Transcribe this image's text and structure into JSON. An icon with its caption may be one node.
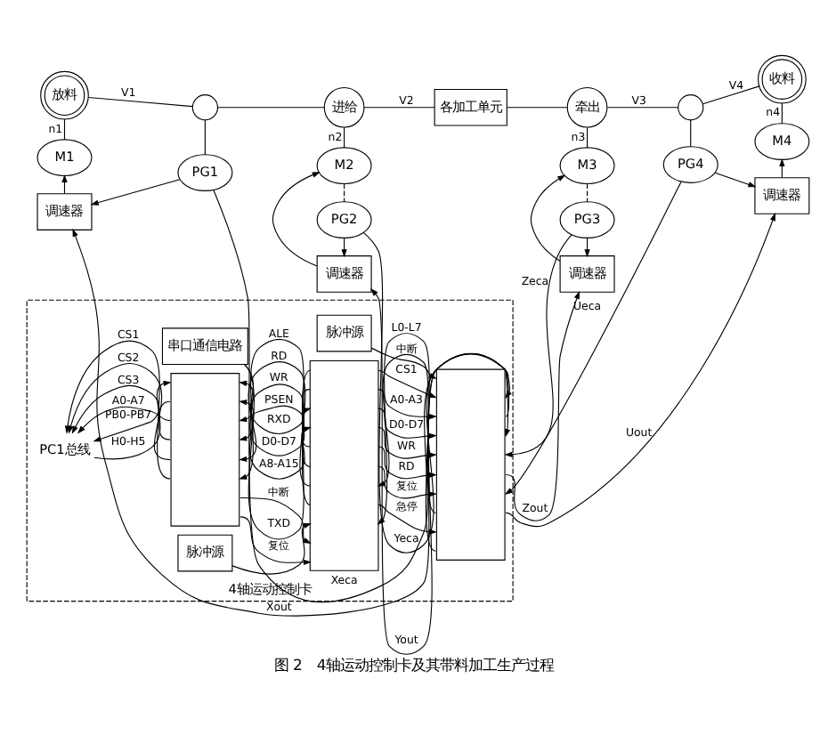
{
  "diagram": {
    "caption": "图 2　4轴运动控制卡及其带料加工生产过程",
    "nodes": [
      {
        "text": [
          "放料"
        ]
      },
      {
        "text": [],
        "shape": "circle"
      },
      {
        "text": [
          "PG1"
        ]
      },
      {
        "text": [
          "进给"
        ]
      },
      {
        "text": [
          "各加工单元"
        ]
      },
      {
        "text": [
          "牵出"
        ]
      },
      {
        "text": [],
        "shape": "circle"
      },
      {
        "text": [
          "PG4"
        ]
      },
      {
        "text": [
          "收料"
        ]
      },
      {
        "text": [
          "M1"
        ]
      },
      {
        "text": [
          "M2"
        ]
      },
      {
        "text": [
          "PG2"
        ]
      },
      {
        "text": [
          "PG3"
        ]
      },
      {
        "text": [
          "M3"
        ]
      },
      {
        "text": [
          "M4"
        ]
      },
      {
        "text": [
          "调速器"
        ]
      },
      {
        "text": [
          "调速器"
        ]
      },
      {
        "text": [
          "调速器"
        ]
      },
      {
        "text": [
          "调速器"
        ]
      },
      {
        "text": [
          "4轴运动控制卡"
        ]
      },
      {
        "text": [
          "PC1总线"
        ],
        "in": 19
      },
      {
        "text": [],
        "shape": "box",
        "in": 19
      },
      {
        "text": [
          "串口通信电路"
        ],
        "in": 19
      },
      {
        "text": [
          "脉冲源"
        ],
        "in": 19
      },
      {
        "text": [],
        "shape": "box",
        "in": 19
      },
      {
        "text": [
          "脉冲源"
        ],
        "in": 19
      },
      {
        "text": [],
        "shape": "box",
        "in": 19
      }
    ],
    "edges": [
      {
        "from": 0,
        "to": 1,
        "arrow": "none",
        "label": "V1"
      },
      {
        "from": 1,
        "to": 3,
        "arrow": "none"
      },
      {
        "from": 3,
        "to": 4,
        "arrow": "none",
        "label": "V2"
      },
      {
        "from": 4,
        "to": 5,
        "arrow": "none"
      },
      {
        "from": 5,
        "to": 6,
        "arrow": "none",
        "label": "V3"
      },
      {
        "from": 6,
        "to": 8,
        "arrow": "none",
        "label": "V4"
      },
      {
        "from": 1,
        "to": 2,
        "arrow": "none"
      },
      {
        "from": 6,
        "to": 7,
        "arrow": "none"
      },
      {
        "from": 0,
        "to": 9,
        "arrow": "none",
        "label": "n1"
      },
      {
        "from": 3,
        "to": 10,
        "arrow": "none",
        "label": "n2"
      },
      {
        "from": 5,
        "to": 13,
        "arrow": "none",
        "label": "n3"
      },
      {
        "from": 8,
        "to": 14,
        "arrow": "none",
        "label": "n4"
      },
      {
        "from": 10,
        "to": 11,
        "arrow": "none",
        "style": "dashed"
      },
      {
        "from": 12,
        "to": 13,
        "arrow": "none",
        "style": "dashed"
      },
      {
        "from": 15,
        "to": 9,
        "arrow": "to"
      },
      {
        "from": 16,
        "to": 10,
        "arrow": "to"
      },
      {
        "from": 17,
        "to": 13,
        "arrow": "to"
      },
      {
        "from": 18,
        "to": 14,
        "arrow": "to"
      },
      {
        "from": 2,
        "to": 15,
        "arrow": "to"
      },
      {
        "from": 11,
        "to": 16,
        "arrow": "to"
      },
      {
        "from": 12,
        "to": 17,
        "arrow": "to"
      },
      {
        "from": 7,
        "to": 18,
        "arrow": "to"
      },
      {
        "from": 26,
        "to": 15,
        "arrow": "to",
        "label": "Xout"
      },
      {
        "from": 2,
        "to": 26,
        "arrow": "to",
        "label": "Xeca"
      },
      {
        "from": 26,
        "to": 16,
        "arrow": "to",
        "label": "Yout"
      },
      {
        "from": 11,
        "to": 26,
        "arrow": "to",
        "label": "Yeca"
      },
      {
        "from": 12,
        "to": 26,
        "arrow": "to",
        "label": "Zeca"
      },
      {
        "from": 26,
        "to": 17,
        "arrow": "to",
        "label": "Zout"
      },
      {
        "from": 7,
        "to": 26,
        "arrow": "to",
        "label": "Ueca"
      },
      {
        "from": 26,
        "to": 18,
        "arrow": "to",
        "label": "Uout"
      },
      {
        "from": 20,
        "to": 21,
        "arrow": "to",
        "label": "H0-H5"
      },
      {
        "from": 21,
        "to": 20,
        "arrow": "to",
        "label": "PB0-PB7"
      },
      {
        "from": 21,
        "to": 20,
        "arrow": "to",
        "label": "A0-A7"
      },
      {
        "from": 21,
        "to": 20,
        "arrow": "to",
        "label": "CS3"
      },
      {
        "from": 21,
        "to": 20,
        "arrow": "to",
        "label": "CS2"
      },
      {
        "from": 21,
        "to": 20,
        "arrow": "to",
        "label": "CS1"
      },
      {
        "from": 24,
        "to": 22,
        "arrow": "none",
        "label": "TXD"
      },
      {
        "from": 22,
        "to": 24,
        "arrow": "none",
        "label": "RXD"
      },
      {
        "from": 21,
        "to": 24,
        "arrow": "both",
        "label": "D0-D7"
      },
      {
        "from": 21,
        "to": 24,
        "arrow": "both",
        "label": "A8-A15"
      },
      {
        "from": 24,
        "to": 21,
        "arrow": "to",
        "label": "PSEN"
      },
      {
        "from": 24,
        "to": 21,
        "arrow": "to",
        "label": "WR"
      },
      {
        "from": 24,
        "to": 21,
        "arrow": "to",
        "label": "RD"
      },
      {
        "from": 24,
        "to": 21,
        "arrow": "to",
        "label": "ALE"
      },
      {
        "from": 23,
        "to": 24,
        "arrow": "to"
      },
      {
        "from": 21,
        "to": 24,
        "arrow": "to",
        "label": "中断"
      },
      {
        "from": 21,
        "to": 24,
        "arrow": "to",
        "label": "复位"
      },
      {
        "from": 25,
        "to": 26,
        "arrow": "to"
      },
      {
        "from": 24,
        "to": 26,
        "arrow": "to",
        "label": "CS1"
      },
      {
        "from": 24,
        "to": 26,
        "arrow": "to",
        "label": "A0-A3"
      },
      {
        "from": 24,
        "to": 26,
        "arrow": "to",
        "label": "D0-D7"
      },
      {
        "from": 24,
        "to": 26,
        "arrow": "to",
        "label": "WR"
      },
      {
        "from": 24,
        "to": 26,
        "arrow": "to",
        "label": "RD"
      },
      {
        "from": 24,
        "to": 26,
        "arrow": "to",
        "label": "复位"
      },
      {
        "from": 26,
        "to": 24,
        "arrow": "to",
        "label": "中断"
      },
      {
        "from": 24,
        "to": 26,
        "arrow": "to",
        "label": "急停"
      },
      {
        "from": 26,
        "to": 24,
        "arrow": "to",
        "label": "L0-L7"
      }
    ]
  }
}
